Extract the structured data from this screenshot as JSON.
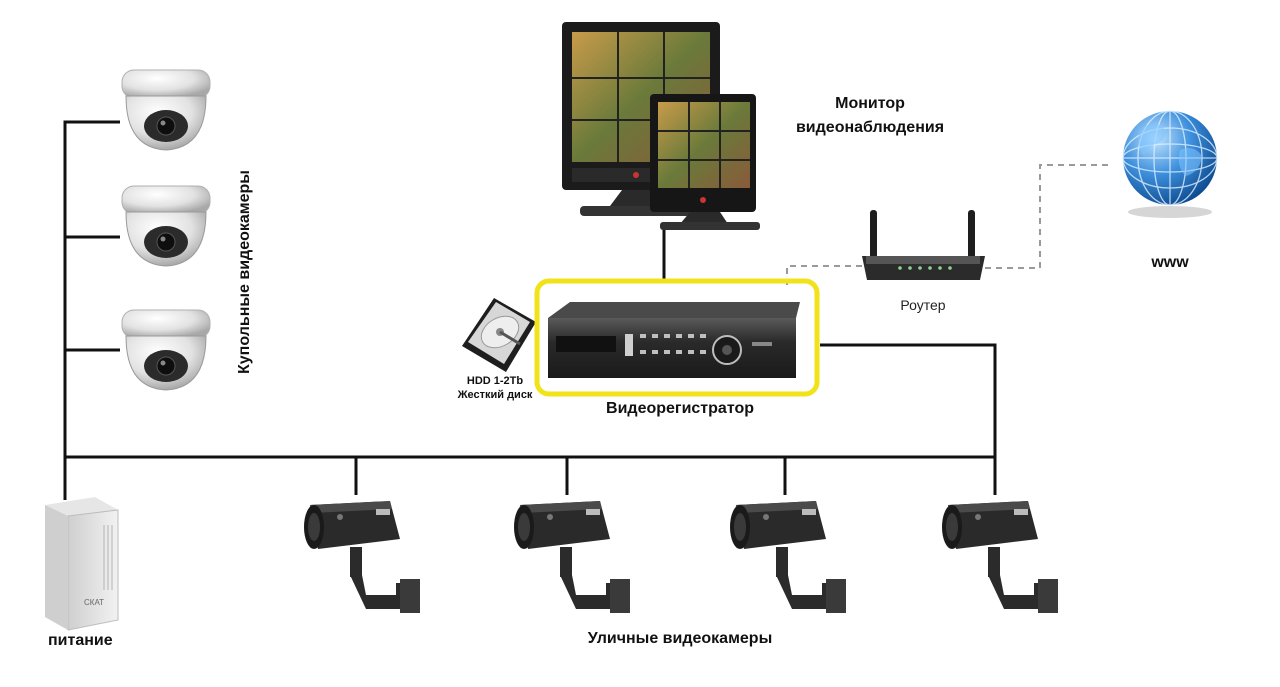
{
  "labels": {
    "dome_cameras": "Купольные видеокамеры",
    "monitor_line1": "Монитор",
    "monitor_line2": "видеонаблюдения",
    "www": "www",
    "router": "Роутер",
    "hdd_line1": "HDD 1-2Tb",
    "hdd_line2": "Жесткий диск",
    "dvr": "Видеорегистратор",
    "power": "питание",
    "street_cameras": "Уличные видеокамеры",
    "psu_brand": "СКАТ"
  },
  "colors": {
    "wire": "#111111",
    "dashed_wire": "#999999",
    "dvr_highlight": "#f2e21a",
    "globe": "#2f7fd0",
    "device_dark": "#2a2a2a",
    "device_light": "#e8e8e8"
  },
  "icons": {
    "dome_camera": "dome-camera-icon",
    "street_camera": "bullet-camera-icon",
    "monitor": "monitor-icon",
    "router": "router-icon",
    "globe": "globe-icon",
    "hdd": "hdd-icon",
    "dvr": "dvr-icon",
    "psu": "power-supply-icon"
  }
}
